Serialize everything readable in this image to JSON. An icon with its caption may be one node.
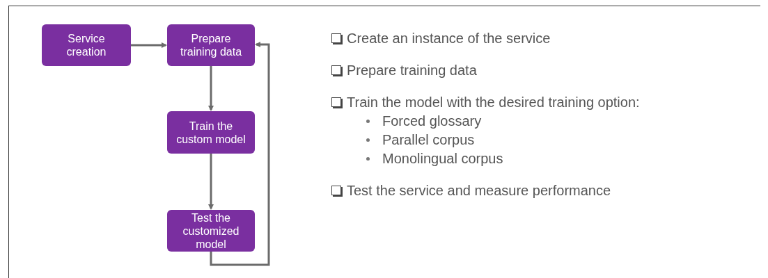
{
  "diagram": {
    "nodes": [
      {
        "text": [
          "Service creation"
        ]
      },
      {
        "text": [
          "Prepare training data"
        ]
      },
      {
        "text": [
          "Train the custom model"
        ]
      },
      {
        "text": [
          "Test the customized model"
        ]
      }
    ],
    "edges": [
      {
        "from": 0,
        "to": 1,
        "arrow": "to"
      },
      {
        "from": 1,
        "to": 2,
        "arrow": "to"
      },
      {
        "from": 2,
        "to": 3,
        "arrow": "to"
      },
      {
        "from": 3,
        "to": 1,
        "arrow": "to"
      }
    ],
    "labels": [
      "Create an instance of the service",
      "Prepare training data",
      "Train the model with the desired training option:",
      "Forced glossary",
      "Parallel corpus",
      "Monolingual corpus",
      "Test the service and measure performance"
    ]
  }
}
